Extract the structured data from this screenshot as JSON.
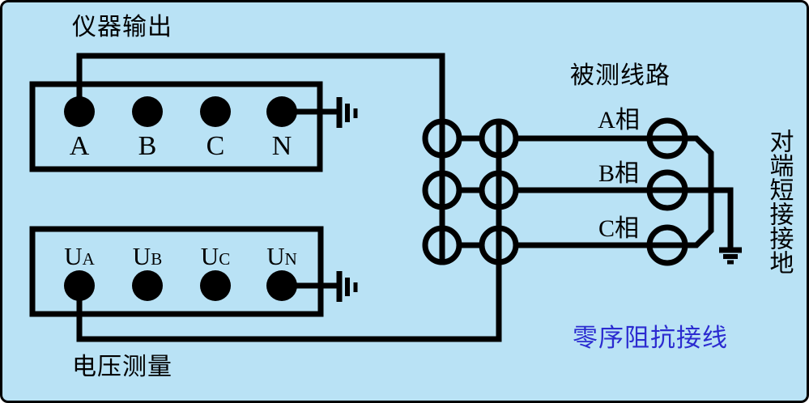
{
  "canvas": {
    "background_color": "#b9e2f5",
    "wire_color": "#000000",
    "caption_color": "#2b2bd0"
  },
  "caption": {
    "text": "零序阻抗接线"
  },
  "instrument_output": {
    "label": "仪器输出",
    "terminals": [
      {
        "name": "A"
      },
      {
        "name": "B"
      },
      {
        "name": "C"
      },
      {
        "name": "N"
      }
    ]
  },
  "voltage_measurement": {
    "label": "电压测量",
    "terminals": [
      {
        "main": "U",
        "sub": "A"
      },
      {
        "main": "U",
        "sub": "B"
      },
      {
        "main": "U",
        "sub": "C"
      },
      {
        "main": "U",
        "sub": "N"
      }
    ]
  },
  "line_under_test": {
    "label": "被测线路",
    "phases": [
      {
        "label": "A相"
      },
      {
        "label": "B相"
      },
      {
        "label": "C相"
      }
    ]
  },
  "remote_end": {
    "label": "对端短接接地"
  }
}
